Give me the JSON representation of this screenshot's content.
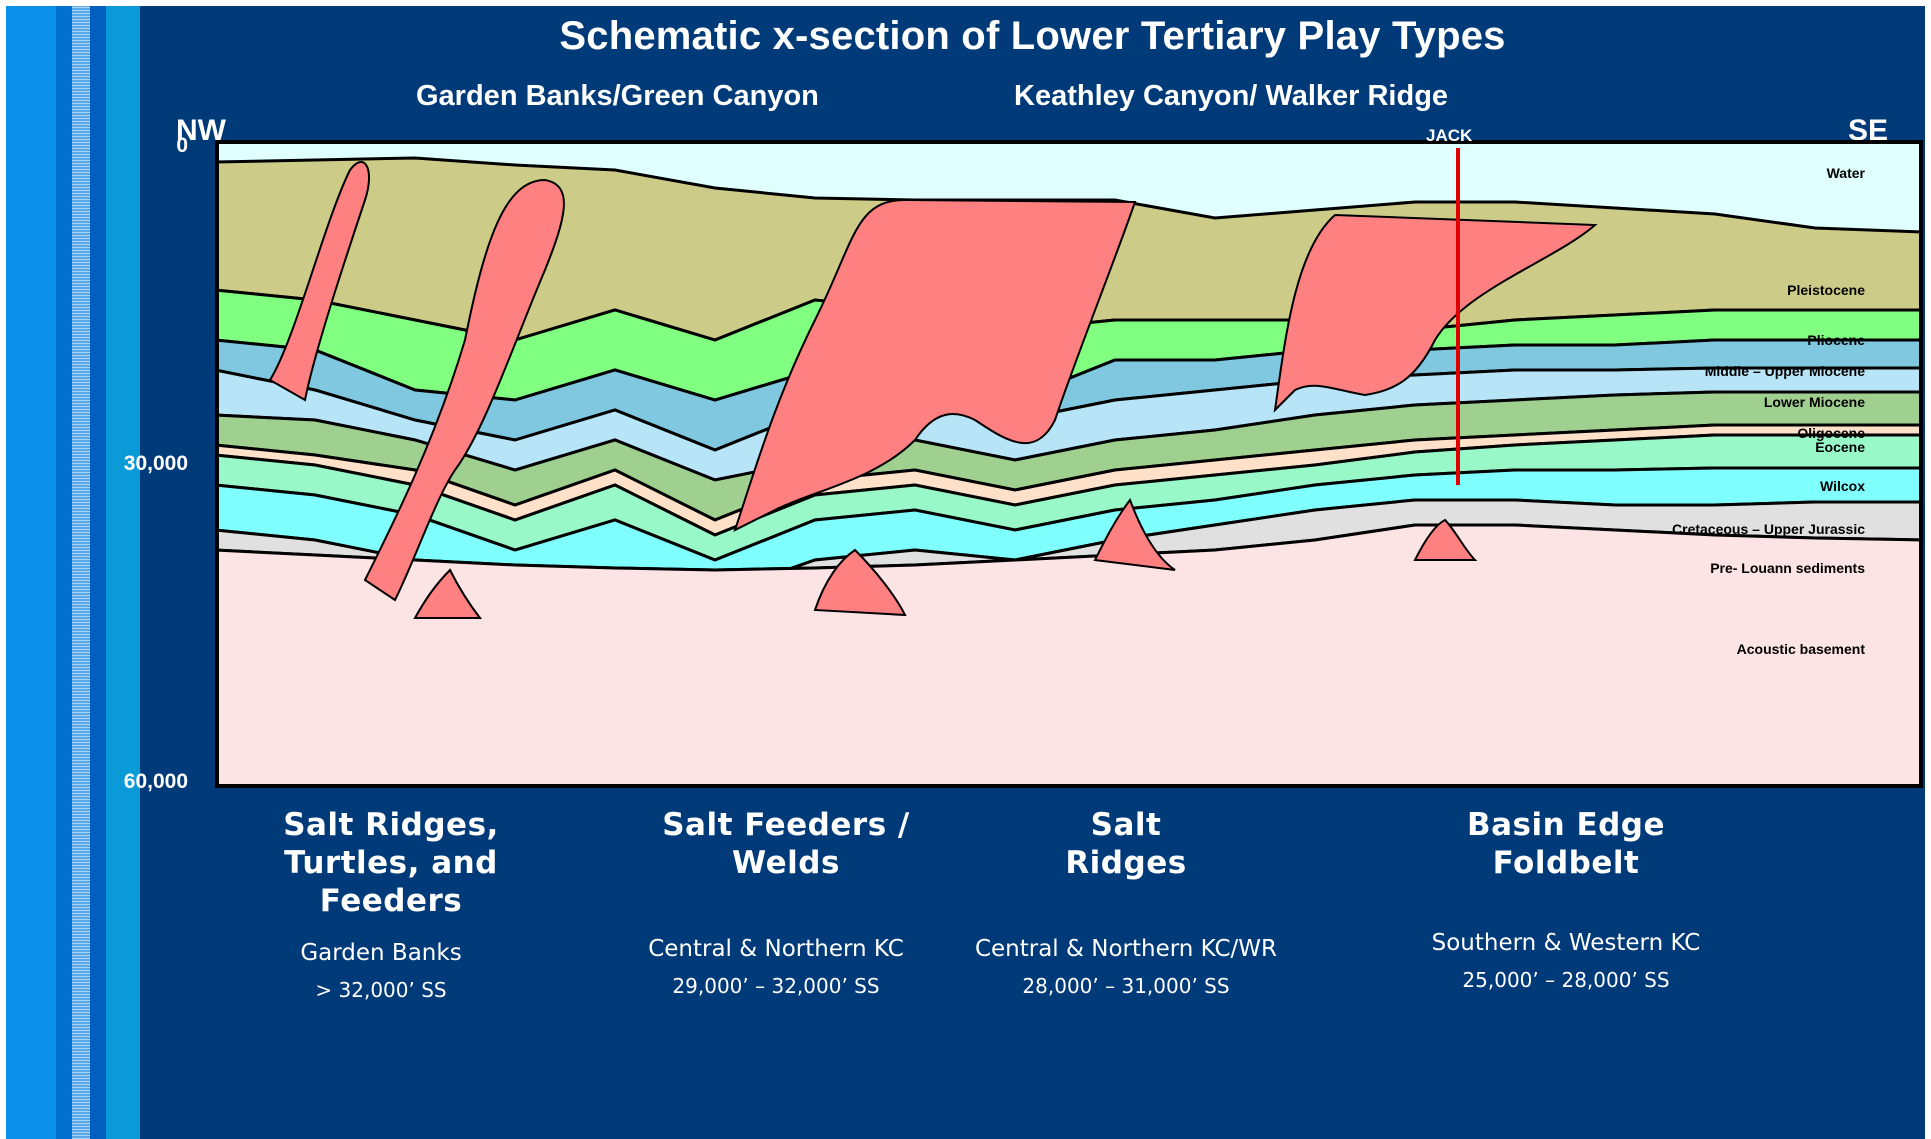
{
  "title": "Schematic x-section of Lower Tertiary Play Types",
  "subtitles": {
    "left": "Garden Banks/Green Canyon",
    "right": "Keathley Canyon/ Walker Ridge"
  },
  "directions": {
    "left": "NW",
    "right": "SE"
  },
  "well_label": "JACK",
  "depth_axis": {
    "ticks": [
      "0",
      "30,000",
      "60,000"
    ]
  },
  "layers": [
    {
      "name": "Water",
      "color": "#e0ffff"
    },
    {
      "name": "Pleistocene",
      "color": "#cccc88"
    },
    {
      "name": "Pliocene",
      "color": "#80ff80"
    },
    {
      "name": "Middle – Upper Miocene",
      "color": "#80c8e0"
    },
    {
      "name": "Lower Miocene",
      "color": "#b8e4f8"
    },
    {
      "name": "Oligocene",
      "color": "#a0d090"
    },
    {
      "name": "Eocene",
      "color": "#ffe0c8"
    },
    {
      "name": "Wilcox",
      "color": "#98f8c8"
    },
    {
      "name": "Cretaceous – Upper Jurassic",
      "color": "#80ffff"
    },
    {
      "name": "Pre- Louann sediments",
      "color": "#e0e0e0"
    },
    {
      "name": "Acoustic basement",
      "color": "#fce4e4"
    }
  ],
  "salt_color": "#ff8080",
  "well_color": "#e00000",
  "plays": [
    {
      "title": [
        "Salt Ridges,",
        "Turtles, and",
        "Feeders"
      ],
      "region": "Garden Banks",
      "depth": "> 32,000’ SS"
    },
    {
      "title": [
        "Salt Feeders /",
        "Welds"
      ],
      "region": "Central & Northern KC",
      "depth": "29,000’ – 32,000’ SS"
    },
    {
      "title": [
        "Salt",
        "Ridges"
      ],
      "region": "Central & Northern KC/WR",
      "depth": "28,000’ – 31,000’ SS"
    },
    {
      "title": [
        "Basin Edge",
        "Foldbelt"
      ],
      "region": "Southern & Western KC",
      "depth": "25,000’ – 28,000’ SS"
    }
  ]
}
